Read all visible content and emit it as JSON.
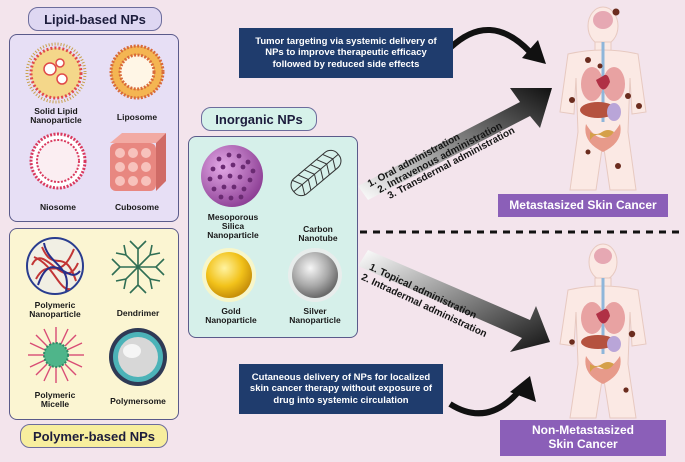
{
  "lipid": {
    "title": "Lipid-based NPs",
    "items": [
      "Solid Lipid\nNanoparticle",
      "Liposome",
      "Niosome",
      "Cubosome"
    ]
  },
  "polymer": {
    "title": "Polymer-based NPs",
    "items": [
      "Polymeric\nNanoparticle",
      "Dendrimer",
      "Polymeric\nMicelle",
      "Polymersome"
    ]
  },
  "inorganic": {
    "title": "Inorganic NPs",
    "items": [
      "Mesoporous\nSilica\nNanoparticle",
      "Carbon\nNanotube",
      "Gold\nNanoparticle",
      "Silver\nNanoparticle"
    ]
  },
  "systemic": {
    "description": "Tumor targeting via systemic delivery of NPs to improve therapeutic efficacy followed by reduced side effects",
    "routes": [
      "1. Oral administration",
      "2. Intravenous administration",
      "3. Transdermal administration"
    ],
    "outcome": "Metastasized Skin Cancer"
  },
  "local": {
    "description": "Cutaneous delivery of NPs for localized skin cancer therapy without exposure of drug into systemic circulation",
    "routes": [
      "1. Topical administration",
      "2. Intradermal administration"
    ],
    "outcome": "Non-Metastasized\nSkin Cancer"
  }
}
